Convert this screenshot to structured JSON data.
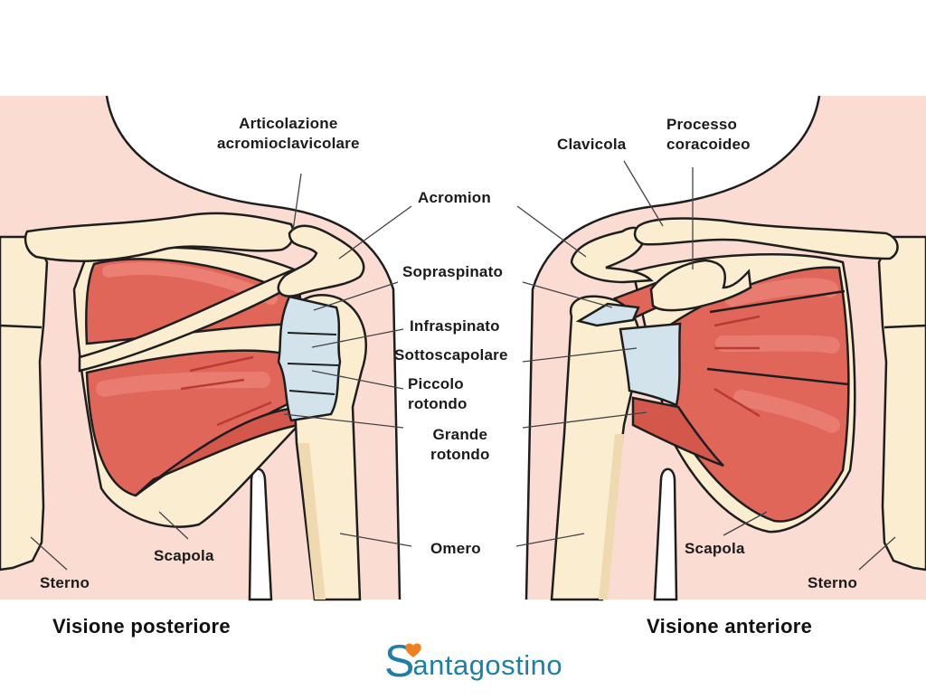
{
  "figure": {
    "subject": "Shoulder rotator cuff anatomy",
    "colors": {
      "skin": "#fbdcd2",
      "bone": "#fbedcf",
      "bone_shadow": "#eed9b0",
      "muscle": "#e0665a",
      "muscle_light": "#ef8a7e",
      "muscle_dark": "#b93a35",
      "tendon": "#d3e3ec",
      "outline": "#1e1e1e",
      "leader_line": "#444444",
      "brand_blue": "#1d7fa6",
      "brand_orange": "#f0801e"
    }
  },
  "posterior": {
    "caption": "Visione posteriore",
    "labels": {
      "acromioclavicular": [
        "Articolazione",
        "acromioclavicolare"
      ],
      "scapula": "Scapola",
      "sternum": "Sterno"
    }
  },
  "anterior": {
    "caption": "Visione anteriore",
    "labels": {
      "clavicle": "Clavicola",
      "coracoid": [
        "Processo",
        "coracoideo"
      ],
      "scapula": "Scapola",
      "sternum": "Sterno"
    }
  },
  "shared_labels": {
    "acromion": "Acromion",
    "supraspinatus": "Sopraspinato",
    "infraspinatus": "Infraspinato",
    "subscapularis": "Sottoscapolare",
    "teres_minor": [
      "Piccolo",
      "rotondo"
    ],
    "teres_major": [
      "Grande",
      "rotondo"
    ],
    "humerus": "Omero"
  },
  "brand": {
    "logo_initial": "S",
    "logo_rest": "antagostino",
    "logo_icon": "heart-icon"
  }
}
